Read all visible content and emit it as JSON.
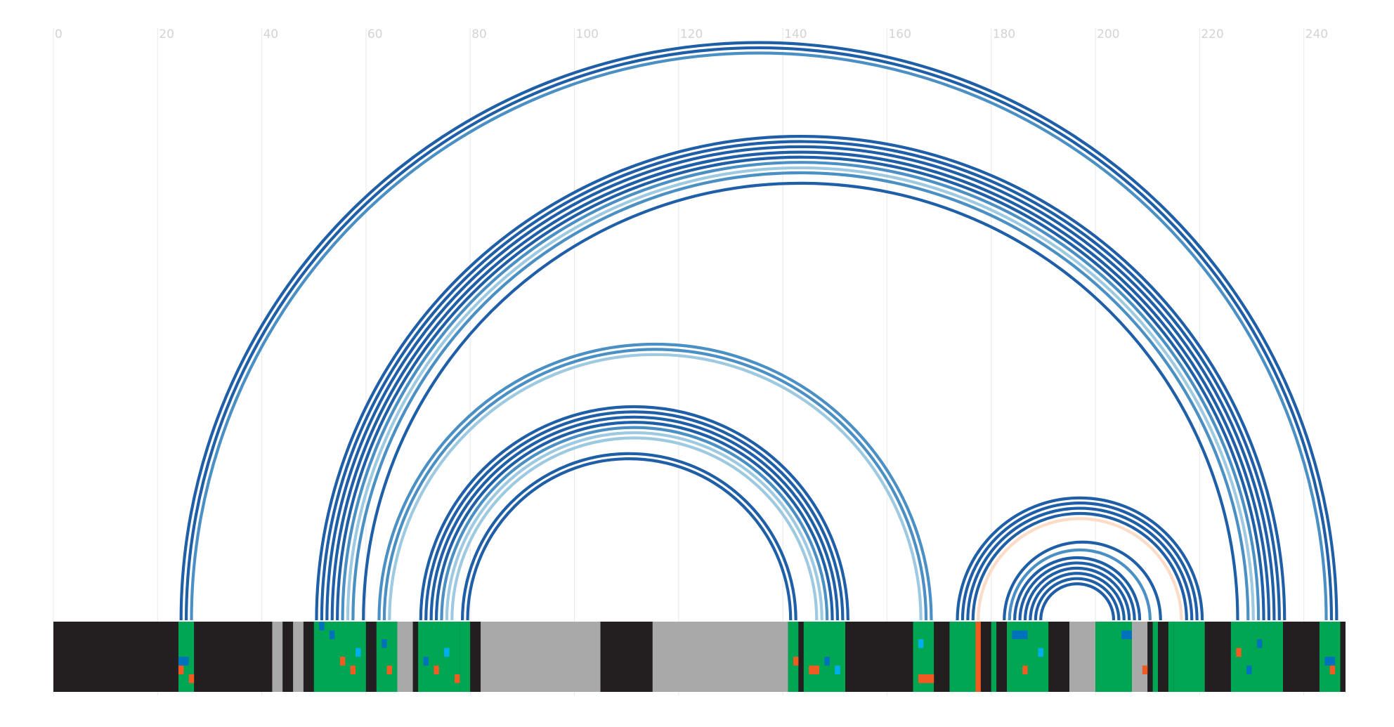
{
  "chart_data": {
    "type": "arc",
    "x_ticks": [
      "0",
      "20",
      "40",
      "60",
      "80",
      "100",
      "120",
      "140",
      "160",
      "180",
      "200",
      "220",
      "240"
    ],
    "xlim": [
      0,
      248
    ],
    "grid": "vertical",
    "colors": {
      "background": "#ffffff",
      "track_base": "#231f20",
      "alignment_gray": "#a9a9a9",
      "conserved_green": "#00a651",
      "variant_blue": "#0072bc",
      "variant_cyan": "#00aeef",
      "variant_orange": "#f15a22",
      "arc_dark": "#1f5fa8",
      "arc_mid": "#4a90c4",
      "arc_light": "#9ecae1",
      "arc_peach": "#fddbc7"
    },
    "arcs": [
      {
        "x1": 24.5,
        "x2": 246.3,
        "tone": "dark"
      },
      {
        "x1": 25.5,
        "x2": 245.3,
        "tone": "dark"
      },
      {
        "x1": 26.5,
        "x2": 244.3,
        "tone": "mid"
      },
      {
        "x1": 50.5,
        "x2": 236.3,
        "tone": "dark"
      },
      {
        "x1": 51.5,
        "x2": 235.3,
        "tone": "dark"
      },
      {
        "x1": 52.5,
        "x2": 234.3,
        "tone": "dark"
      },
      {
        "x1": 53.5,
        "x2": 233.3,
        "tone": "dark"
      },
      {
        "x1": 54.5,
        "x2": 232.3,
        "tone": "dark"
      },
      {
        "x1": 55.5,
        "x2": 231.3,
        "tone": "mid"
      },
      {
        "x1": 56.5,
        "x2": 230.3,
        "tone": "light"
      },
      {
        "x1": 57.5,
        "x2": 229.3,
        "tone": "mid"
      },
      {
        "x1": 59.5,
        "x2": 227.3,
        "tone": "dark"
      },
      {
        "x1": 62.5,
        "x2": 168.5,
        "tone": "mid"
      },
      {
        "x1": 63.5,
        "x2": 167.5,
        "tone": "mid"
      },
      {
        "x1": 64.5,
        "x2": 166.5,
        "tone": "light"
      },
      {
        "x1": 70.5,
        "x2": 152.5,
        "tone": "dark"
      },
      {
        "x1": 71.5,
        "x2": 151.5,
        "tone": "dark"
      },
      {
        "x1": 72.5,
        "x2": 150.5,
        "tone": "dark"
      },
      {
        "x1": 73.5,
        "x2": 149.5,
        "tone": "dark"
      },
      {
        "x1": 74.5,
        "x2": 148.5,
        "tone": "mid"
      },
      {
        "x1": 75.5,
        "x2": 147.5,
        "tone": "light"
      },
      {
        "x1": 76.5,
        "x2": 146.5,
        "tone": "light"
      },
      {
        "x1": 78.5,
        "x2": 142.5,
        "tone": "dark"
      },
      {
        "x1": 79.5,
        "x2": 141.5,
        "tone": "dark"
      },
      {
        "x1": 173.5,
        "x2": 220.5,
        "tone": "dark"
      },
      {
        "x1": 174.5,
        "x2": 219.5,
        "tone": "dark"
      },
      {
        "x1": 175.5,
        "x2": 218.5,
        "tone": "dark"
      },
      {
        "x1": 176.5,
        "x2": 217.5,
        "tone": "dark"
      },
      {
        "x1": 177.5,
        "x2": 216.5,
        "tone": "peach"
      },
      {
        "x1": 182.5,
        "x2": 212.5,
        "tone": "dark"
      },
      {
        "x1": 183.5,
        "x2": 210.5,
        "tone": "mid"
      },
      {
        "x1": 184.5,
        "x2": 208.5,
        "tone": "dark"
      },
      {
        "x1": 185.5,
        "x2": 207.5,
        "tone": "dark"
      },
      {
        "x1": 186.5,
        "x2": 206.5,
        "tone": "dark"
      },
      {
        "x1": 187.5,
        "x2": 205.5,
        "tone": "dark"
      },
      {
        "x1": 188.5,
        "x2": 204.5,
        "tone": "dark"
      },
      {
        "x1": 189.5,
        "x2": 203.5,
        "tone": "dark"
      }
    ],
    "track_blocks": [
      {
        "x1": 0,
        "x2": 24,
        "fill": "track_base"
      },
      {
        "x1": 24,
        "x2": 27,
        "fill": "conserved_green"
      },
      {
        "x1": 27,
        "x2": 42,
        "fill": "track_base"
      },
      {
        "x1": 42,
        "x2": 44,
        "fill": "alignment_gray"
      },
      {
        "x1": 44,
        "x2": 46,
        "fill": "track_base"
      },
      {
        "x1": 46,
        "x2": 48,
        "fill": "alignment_gray"
      },
      {
        "x1": 48,
        "x2": 50,
        "fill": "track_base"
      },
      {
        "x1": 50,
        "x2": 60,
        "fill": "conserved_green"
      },
      {
        "x1": 60,
        "x2": 62,
        "fill": "track_base"
      },
      {
        "x1": 62,
        "x2": 66,
        "fill": "conserved_green"
      },
      {
        "x1": 66,
        "x2": 69,
        "fill": "alignment_gray"
      },
      {
        "x1": 69,
        "x2": 70,
        "fill": "track_base"
      },
      {
        "x1": 70,
        "x2": 78,
        "fill": "conserved_green"
      },
      {
        "x1": 78,
        "x2": 80,
        "fill": "conserved_green"
      },
      {
        "x1": 80,
        "x2": 82,
        "fill": "track_base"
      },
      {
        "x1": 82,
        "x2": 105,
        "fill": "alignment_gray"
      },
      {
        "x1": 105,
        "x2": 115,
        "fill": "track_base"
      },
      {
        "x1": 115,
        "x2": 141,
        "fill": "alignment_gray"
      },
      {
        "x1": 141,
        "x2": 143,
        "fill": "conserved_green"
      },
      {
        "x1": 143,
        "x2": 144,
        "fill": "track_base"
      },
      {
        "x1": 144,
        "x2": 152,
        "fill": "conserved_green"
      },
      {
        "x1": 152,
        "x2": 165,
        "fill": "track_base"
      },
      {
        "x1": 165,
        "x2": 169,
        "fill": "conserved_green"
      },
      {
        "x1": 169,
        "x2": 172,
        "fill": "track_base"
      },
      {
        "x1": 172,
        "x2": 177,
        "fill": "conserved_green"
      },
      {
        "x1": 177,
        "x2": 178,
        "fill": "variant_orange"
      },
      {
        "x1": 178,
        "x2": 180,
        "fill": "track_base"
      },
      {
        "x1": 180,
        "x2": 181,
        "fill": "conserved_green"
      },
      {
        "x1": 181,
        "x2": 183,
        "fill": "track_base"
      },
      {
        "x1": 183,
        "x2": 191,
        "fill": "conserved_green"
      },
      {
        "x1": 191,
        "x2": 195,
        "fill": "track_base"
      },
      {
        "x1": 195,
        "x2": 200,
        "fill": "alignment_gray"
      },
      {
        "x1": 200,
        "x2": 207,
        "fill": "conserved_green"
      },
      {
        "x1": 207,
        "x2": 210,
        "fill": "alignment_gray"
      },
      {
        "x1": 210,
        "x2": 211,
        "fill": "track_base"
      },
      {
        "x1": 211,
        "x2": 212,
        "fill": "conserved_green"
      },
      {
        "x1": 212,
        "x2": 214,
        "fill": "track_base"
      },
      {
        "x1": 214,
        "x2": 215,
        "fill": "conserved_green"
      },
      {
        "x1": 215,
        "x2": 221,
        "fill": "conserved_green"
      },
      {
        "x1": 221,
        "x2": 226,
        "fill": "track_base"
      },
      {
        "x1": 226,
        "x2": 236,
        "fill": "conserved_green"
      },
      {
        "x1": 236,
        "x2": 243,
        "fill": "track_base"
      },
      {
        "x1": 243,
        "x2": 247,
        "fill": "conserved_green"
      },
      {
        "x1": 247,
        "x2": 248,
        "fill": "track_base"
      }
    ],
    "track_marks": [
      {
        "x1": 24,
        "x2": 26,
        "row": 4,
        "fill": "variant_blue"
      },
      {
        "x1": 24,
        "x2": 25,
        "row": 5,
        "fill": "variant_orange"
      },
      {
        "x1": 26,
        "x2": 27,
        "row": 6,
        "fill": "variant_orange"
      },
      {
        "x1": 51,
        "x2": 52,
        "row": 0,
        "fill": "variant_blue"
      },
      {
        "x1": 53,
        "x2": 54,
        "row": 1,
        "fill": "variant_blue"
      },
      {
        "x1": 55,
        "x2": 56,
        "row": 4,
        "fill": "variant_orange"
      },
      {
        "x1": 57,
        "x2": 58,
        "row": 5,
        "fill": "variant_orange"
      },
      {
        "x1": 58,
        "x2": 59,
        "row": 3,
        "fill": "variant_cyan"
      },
      {
        "x1": 63,
        "x2": 64,
        "row": 2,
        "fill": "variant_blue"
      },
      {
        "x1": 64,
        "x2": 65,
        "row": 5,
        "fill": "variant_orange"
      },
      {
        "x1": 71,
        "x2": 72,
        "row": 4,
        "fill": "variant_blue"
      },
      {
        "x1": 73,
        "x2": 74,
        "row": 5,
        "fill": "variant_orange"
      },
      {
        "x1": 75,
        "x2": 76,
        "row": 3,
        "fill": "variant_cyan"
      },
      {
        "x1": 77,
        "x2": 78,
        "row": 6,
        "fill": "variant_orange"
      },
      {
        "x1": 142,
        "x2": 143,
        "row": 4,
        "fill": "variant_orange"
      },
      {
        "x1": 145,
        "x2": 147,
        "row": 5,
        "fill": "variant_orange"
      },
      {
        "x1": 148,
        "x2": 149,
        "row": 4,
        "fill": "variant_blue"
      },
      {
        "x1": 150,
        "x2": 151,
        "row": 5,
        "fill": "variant_cyan"
      },
      {
        "x1": 166,
        "x2": 167,
        "row": 2,
        "fill": "variant_cyan"
      },
      {
        "x1": 166,
        "x2": 169,
        "row": 6,
        "fill": "variant_orange"
      },
      {
        "x1": 184,
        "x2": 187,
        "row": 1,
        "fill": "variant_blue"
      },
      {
        "x1": 186,
        "x2": 187,
        "row": 5,
        "fill": "variant_orange"
      },
      {
        "x1": 189,
        "x2": 190,
        "row": 3,
        "fill": "variant_cyan"
      },
      {
        "x1": 205,
        "x2": 207,
        "row": 1,
        "fill": "variant_blue"
      },
      {
        "x1": 209,
        "x2": 210,
        "row": 5,
        "fill": "variant_orange"
      },
      {
        "x1": 227,
        "x2": 228,
        "row": 3,
        "fill": "variant_orange"
      },
      {
        "x1": 229,
        "x2": 230,
        "row": 5,
        "fill": "variant_blue"
      },
      {
        "x1": 231,
        "x2": 232,
        "row": 2,
        "fill": "variant_blue"
      },
      {
        "x1": 244,
        "x2": 246,
        "row": 4,
        "fill": "variant_blue"
      },
      {
        "x1": 245,
        "x2": 246,
        "row": 5,
        "fill": "variant_orange"
      }
    ]
  }
}
